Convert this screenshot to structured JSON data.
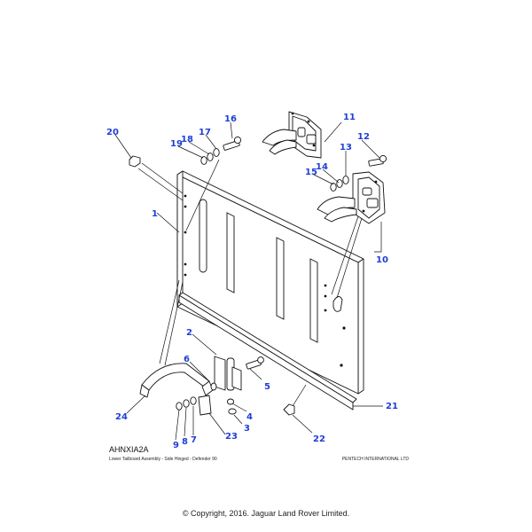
{
  "diagram": {
    "diagram_id": "AHNXIA2A",
    "subtitle": "Lower Tailboard Assembly - Side Hinged - Defender 90",
    "publisher": "PENTECH INTERNATIONAL LTD",
    "copyright": "© Copyright, 2016. Jaguar Land Rover Limited.",
    "label_color": "#1f3fd6",
    "callouts": [
      "1",
      "2",
      "3",
      "4",
      "5",
      "6",
      "7",
      "8",
      "9",
      "10",
      "11",
      "12",
      "13",
      "14",
      "15",
      "16",
      "17",
      "18",
      "19",
      "20",
      "21",
      "22",
      "23",
      "24"
    ]
  }
}
